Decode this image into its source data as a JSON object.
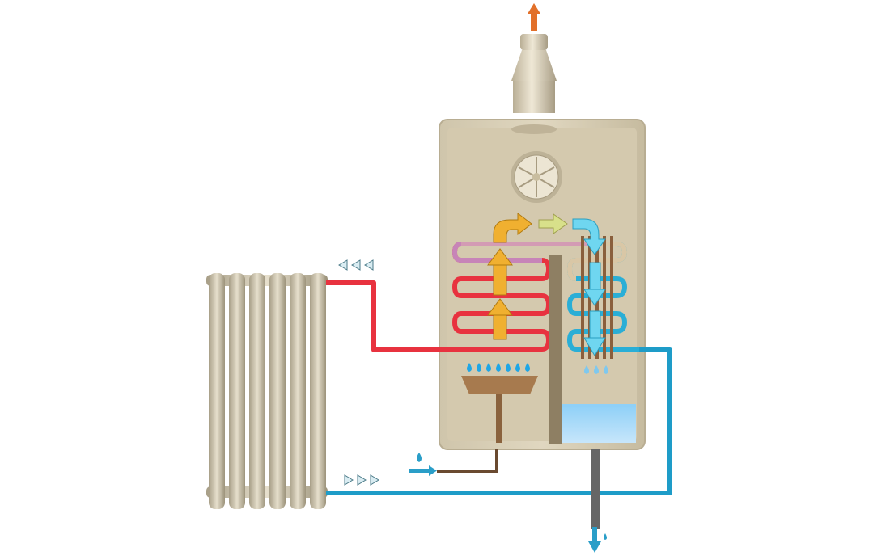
{
  "diagram": {
    "colors": {
      "hot_pipe": "#e8323f",
      "cold_pipe": "#1e9cc8",
      "boiler_body": "#d9cfb6",
      "boiler_inner": "#c9bd9f",
      "hot_gas_arrow": "#f0b030",
      "cool_gas_arrow": "#6fd6f0",
      "flue_arrow": "#e2702a",
      "condensate": "#a8d8f5",
      "burner": "#a77a4e"
    },
    "flow_arrows": [
      {
        "label": "hot-gas-up"
      },
      {
        "label": "gas-transfer"
      },
      {
        "label": "cooled-gas-down"
      }
    ],
    "burner_flames": 7,
    "condensate_drops": 3
  }
}
